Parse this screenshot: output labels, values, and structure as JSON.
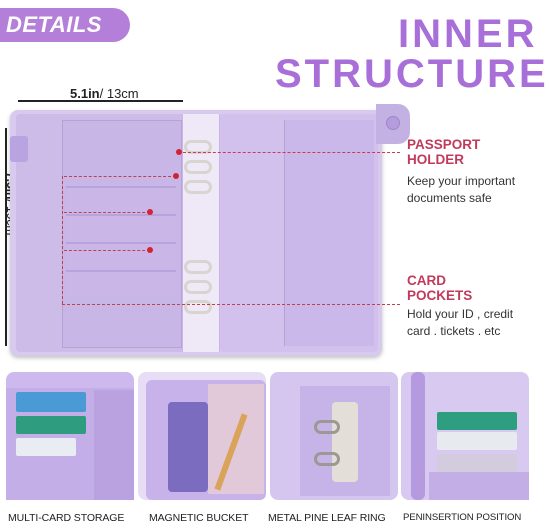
{
  "badge": {
    "label": "DETAILS"
  },
  "title": {
    "line1": "INNER",
    "line2": "STRUCTURE"
  },
  "dimensions": {
    "width_bold": "5.1in",
    "width_rest": "/ 13cm",
    "height_bold": "7.5in",
    "height_rest": "/ 19cm"
  },
  "callouts": [
    {
      "title_line1": "PASSPORT",
      "title_line2": "HOLDER",
      "desc_line1": "Keep your important",
      "desc_line2": "documents safe"
    },
    {
      "title_line1": "CARD",
      "title_line2": "POCKETS",
      "desc_line1": "Hold your ID , credit",
      "desc_line2": "card . tickets . etc"
    }
  ],
  "thumbnails": [
    {
      "caption": "MULTI-CARD STORAGE",
      "icon": "card-slots-photo"
    },
    {
      "caption": "MAGNETIC BUCKET",
      "icon": "magnetic-clasp-photo"
    },
    {
      "caption": "METAL PINE LEAF RING",
      "icon": "ring-binder-photo"
    },
    {
      "caption": "PENINSERTION POSITION",
      "icon": "pen-holder-photo"
    }
  ],
  "colors": {
    "accent_purple": "#a86fd8",
    "badge_purple": "#b37fd9",
    "callout_red": "#c13a5b",
    "binder_lavender": "#d8c9ef"
  }
}
